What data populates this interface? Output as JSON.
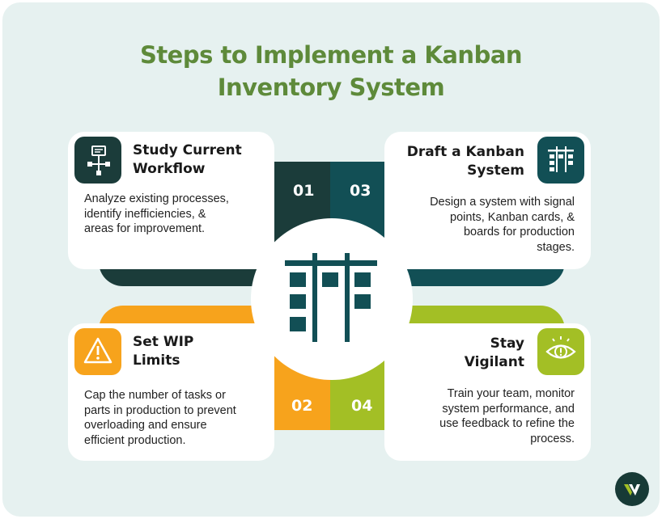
{
  "title": {
    "line1": "Steps to Implement a Kanban",
    "line2": "Inventory System"
  },
  "steps": [
    {
      "number": "01",
      "title_lines": [
        "Study Current",
        "Workflow"
      ],
      "description_lines": [
        "Analyze existing processes,",
        "identify inefficiencies, &",
        "areas for improvement."
      ],
      "color": "#1b3c3a",
      "icon": "workflow-diagram-icon"
    },
    {
      "number": "02",
      "title_lines": [
        "Set WIP",
        "Limits"
      ],
      "description_lines": [
        "Cap the number of tasks or",
        "parts in production to prevent",
        "overloading and ensure",
        "efficient production."
      ],
      "color": "#f7a31c",
      "icon": "warning-icon"
    },
    {
      "number": "03",
      "title_lines": [
        "Draft a Kanban",
        "System"
      ],
      "description_lines": [
        "Design a system with signal",
        "points, Kanban cards, &",
        "boards for production",
        "stages."
      ],
      "color": "#124f55",
      "icon": "kanban-board-icon"
    },
    {
      "number": "04",
      "title_lines": [
        "Stay",
        "Vigilant"
      ],
      "description_lines": [
        "Train your team, monitor",
        "system performance, and",
        "use feedback to refine the",
        "process."
      ],
      "color": "#a3bf25",
      "icon": "alert-eye-icon"
    }
  ],
  "center_icon": "kanban-board-icon",
  "brand_logo": "brand-logo-icon",
  "colors": {
    "background": "#e6f1f0",
    "title": "#5e8a3a",
    "dark_teal": "#1b3c3a",
    "teal": "#124f55",
    "orange": "#f7a31c",
    "lime": "#a3bf25"
  }
}
